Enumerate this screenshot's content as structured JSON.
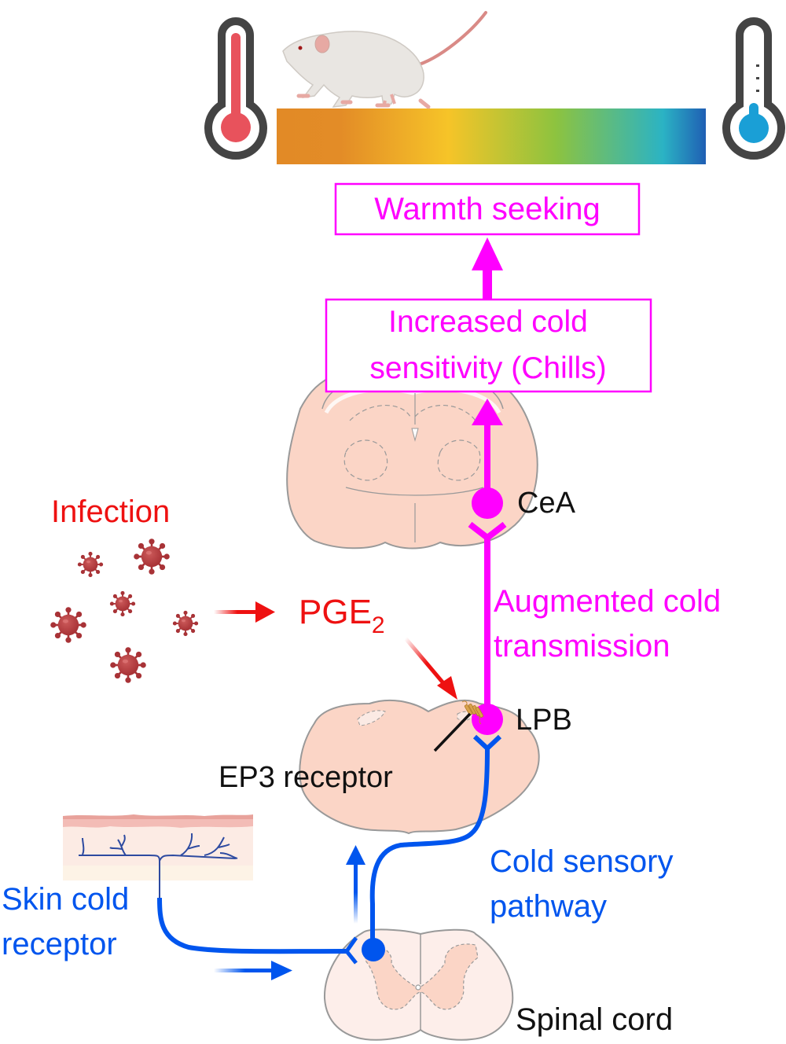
{
  "title_area": {
    "hot_thermometer": "hot-thermometer",
    "cold_thermometer": "cold-thermometer",
    "animal": "mouse"
  },
  "boxes": {
    "warmth_seeking": "Warmth seeking",
    "increased_cold_line1": "Increased cold",
    "increased_cold_line2": "sensitivity (Chills)"
  },
  "labels": {
    "infection": "Infection",
    "pge": "PGE",
    "pge_subscript": "2",
    "cea": "CeA",
    "augmented_line1": "Augmented cold",
    "augmented_line2": "transmission",
    "lpb": "LPB",
    "ep3_receptor": "EP3 receptor",
    "skin_cold_line1": "Skin cold",
    "skin_cold_line2": "receptor",
    "cold_sensory_line1": "Cold sensory",
    "cold_sensory_line2": "pathway",
    "spinal_cord": "Spinal cord"
  },
  "colors": {
    "magenta": "#ff00ff",
    "red": "#ee1111",
    "blue": "#0055ee",
    "tissue": "#fbd5c6",
    "virus": "#b5393c",
    "thermo_frame": "#444444",
    "thermo_hot": "#e8525c",
    "thermo_cold": "#1a9fd6"
  },
  "gradient_stops": [
    "#e28a26",
    "#f6c428",
    "#8dc33f",
    "#2bb3c4",
    "#1f63b4"
  ]
}
